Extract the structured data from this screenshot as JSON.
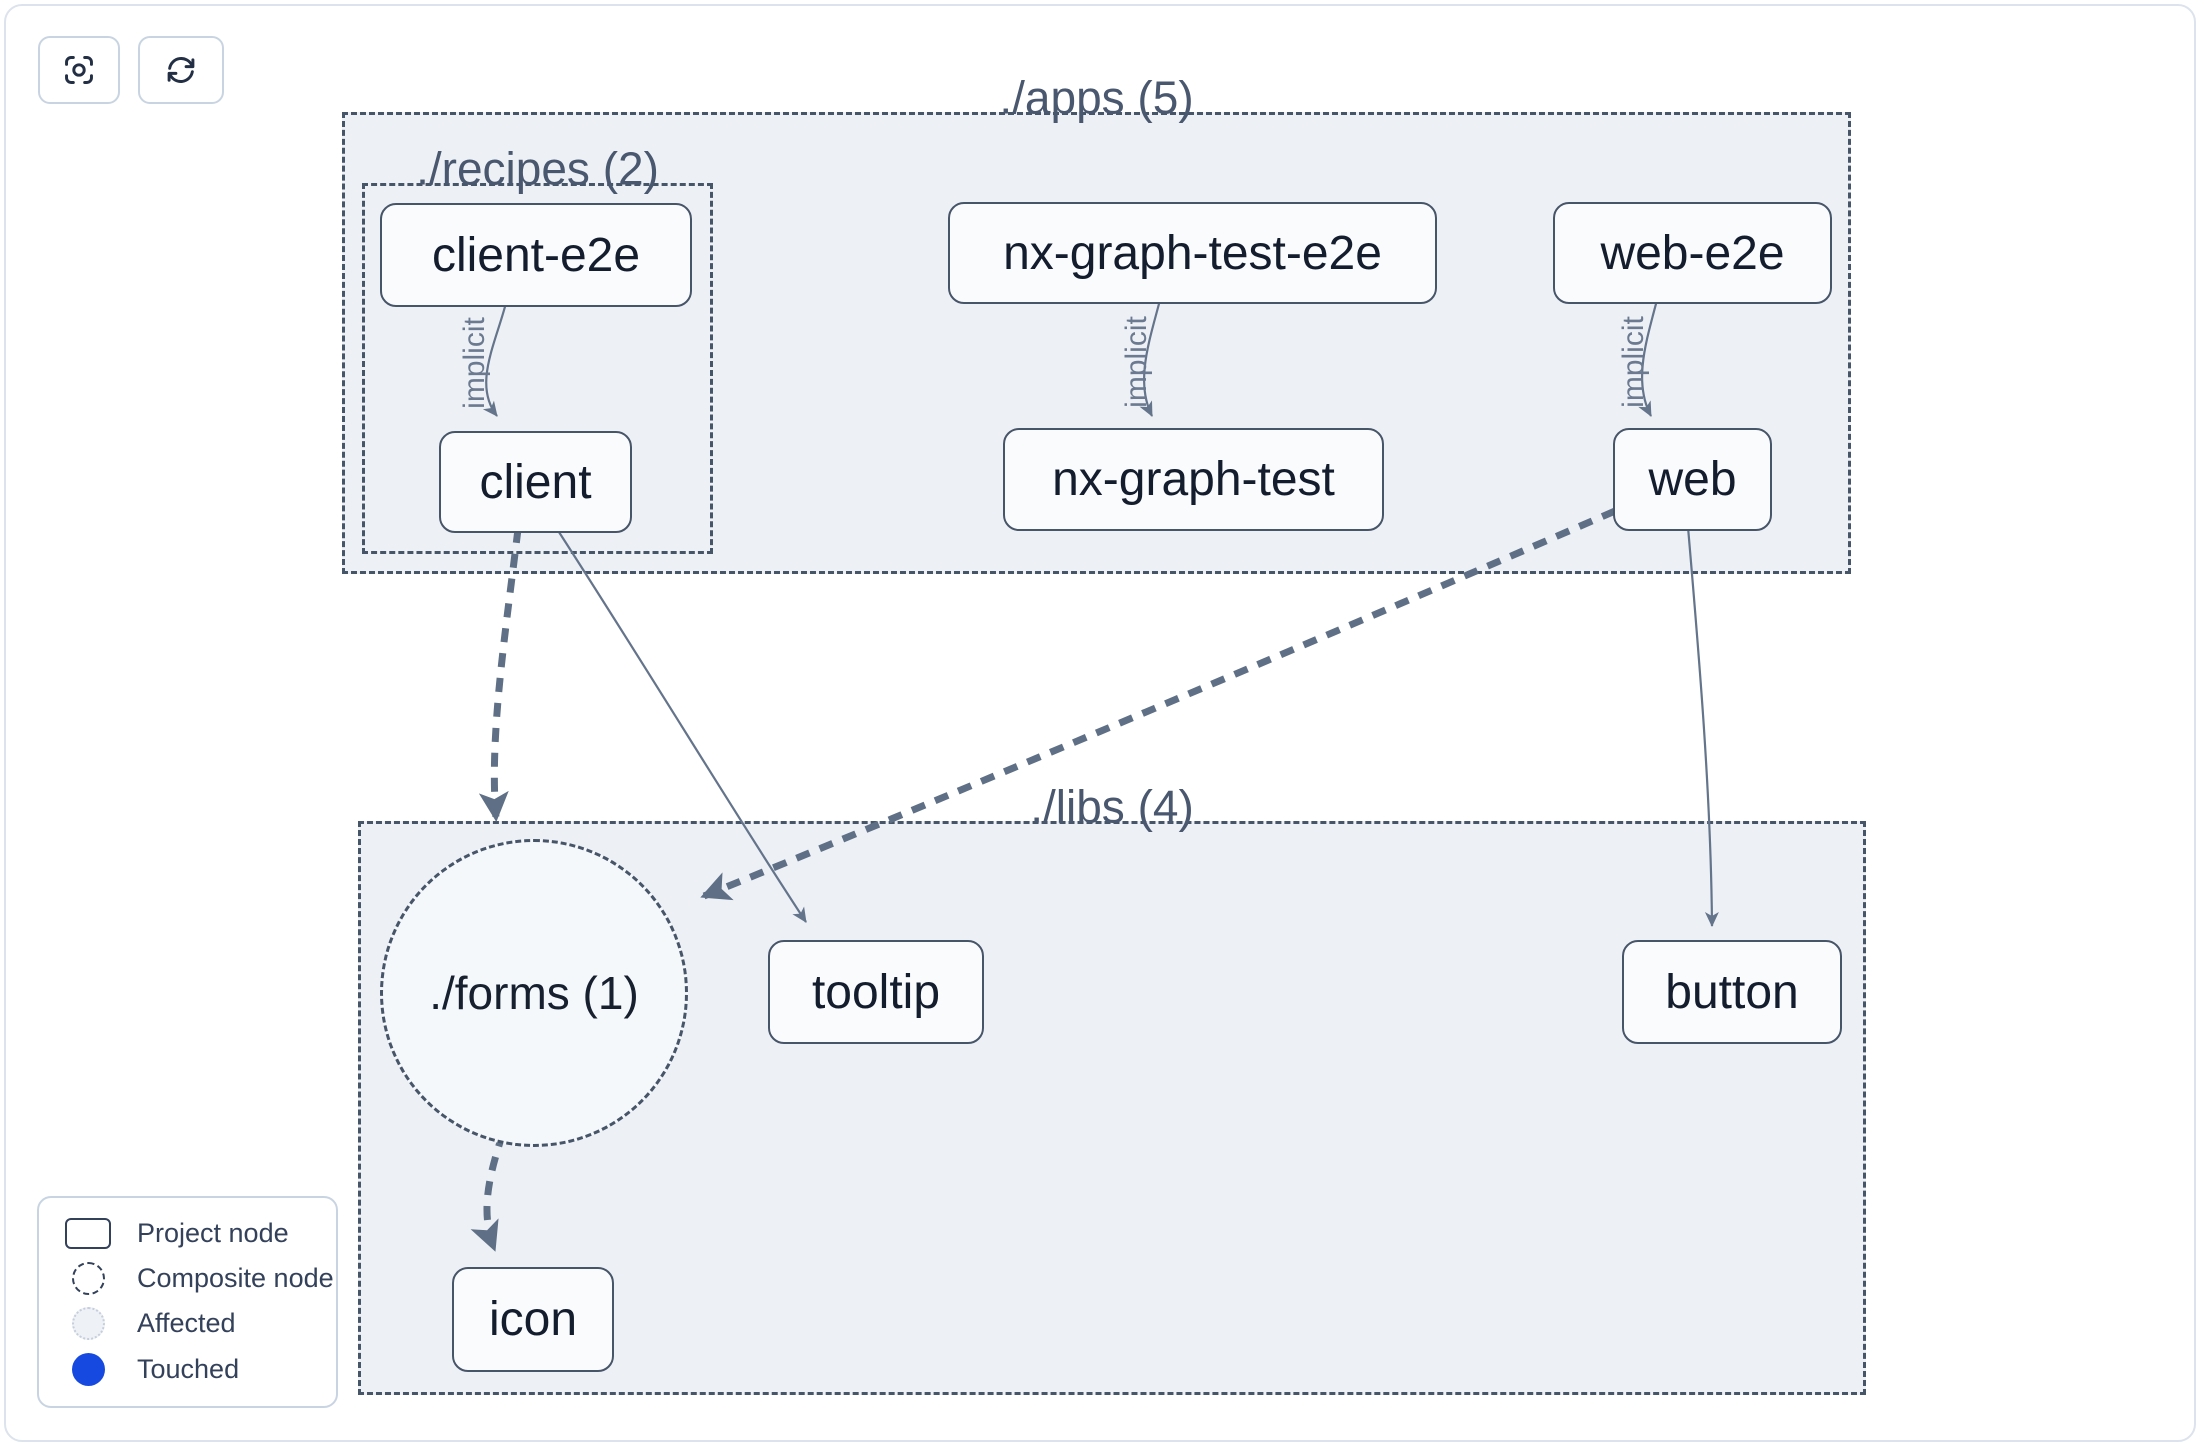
{
  "toolbar": {
    "buttons": [
      {
        "name": "focus-button",
        "icon": "focus-crosshair-icon"
      },
      {
        "name": "refresh-button",
        "icon": "refresh-cycle-icon"
      }
    ]
  },
  "graph": {
    "groups": [
      {
        "id": "apps",
        "label": "./apps (5)"
      },
      {
        "id": "recipes",
        "label": "./recipes (2)"
      },
      {
        "id": "libs",
        "label": "./libs (4)"
      }
    ],
    "composite_nodes": [
      {
        "id": "forms",
        "label": "./forms (1)"
      }
    ],
    "nodes": [
      {
        "id": "client-e2e",
        "label": "client-e2e"
      },
      {
        "id": "nx-graph-test-e2e",
        "label": "nx-graph-test-e2e"
      },
      {
        "id": "web-e2e",
        "label": "web-e2e"
      },
      {
        "id": "client",
        "label": "client"
      },
      {
        "id": "nx-graph-test",
        "label": "nx-graph-test"
      },
      {
        "id": "web",
        "label": "web"
      },
      {
        "id": "tooltip",
        "label": "tooltip"
      },
      {
        "id": "button",
        "label": "button"
      },
      {
        "id": "icon",
        "label": "icon"
      }
    ],
    "edges": [
      {
        "from": "client-e2e",
        "to": "client",
        "label": "implicit",
        "style": "thin"
      },
      {
        "from": "nx-graph-test-e2e",
        "to": "nx-graph-test",
        "label": "implicit",
        "style": "thin"
      },
      {
        "from": "web-e2e",
        "to": "web",
        "label": "implicit",
        "style": "thin"
      },
      {
        "from": "client",
        "to": "./forms",
        "style": "thick-dashed"
      },
      {
        "from": "client",
        "to": "tooltip",
        "style": "thin"
      },
      {
        "from": "web",
        "to": "./forms",
        "style": "thick-dashed"
      },
      {
        "from": "web",
        "to": "button",
        "style": "thin"
      },
      {
        "from": "./forms",
        "to": "icon",
        "style": "thick-dashed"
      }
    ]
  },
  "legend": {
    "items": [
      {
        "swatch": "project-node-swatch",
        "label": "Project node"
      },
      {
        "swatch": "composite-node-swatch",
        "label": "Composite node"
      },
      {
        "swatch": "affected-swatch",
        "label": "Affected"
      },
      {
        "swatch": "touched-swatch",
        "label": "Touched"
      }
    ]
  },
  "colors": {
    "touched_blue": "#1549e0",
    "container_fill": "#edf1f6",
    "dash_stroke": "#475569",
    "edge_stroke": "#64748b"
  }
}
